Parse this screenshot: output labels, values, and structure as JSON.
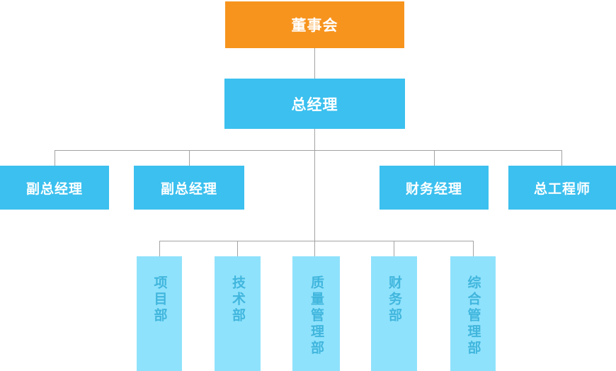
{
  "org": {
    "board": {
      "label": "董事会"
    },
    "general_manager": {
      "label": "总经理"
    },
    "managers": [
      {
        "label": "副总经理"
      },
      {
        "label": "副总经理"
      },
      {
        "label": "财务经理"
      },
      {
        "label": "总工程师"
      }
    ],
    "departments": [
      {
        "label": "项目部"
      },
      {
        "label": "技术部"
      },
      {
        "label": "质量管理部"
      },
      {
        "label": "财务部"
      },
      {
        "label": "综合管理部"
      }
    ]
  },
  "colors": {
    "orange": "#F7941E",
    "blue": "#3BC0EF",
    "light_blue": "#8FE2FC",
    "dept_text": "#41B6DD",
    "line": "#A3A3A3"
  }
}
